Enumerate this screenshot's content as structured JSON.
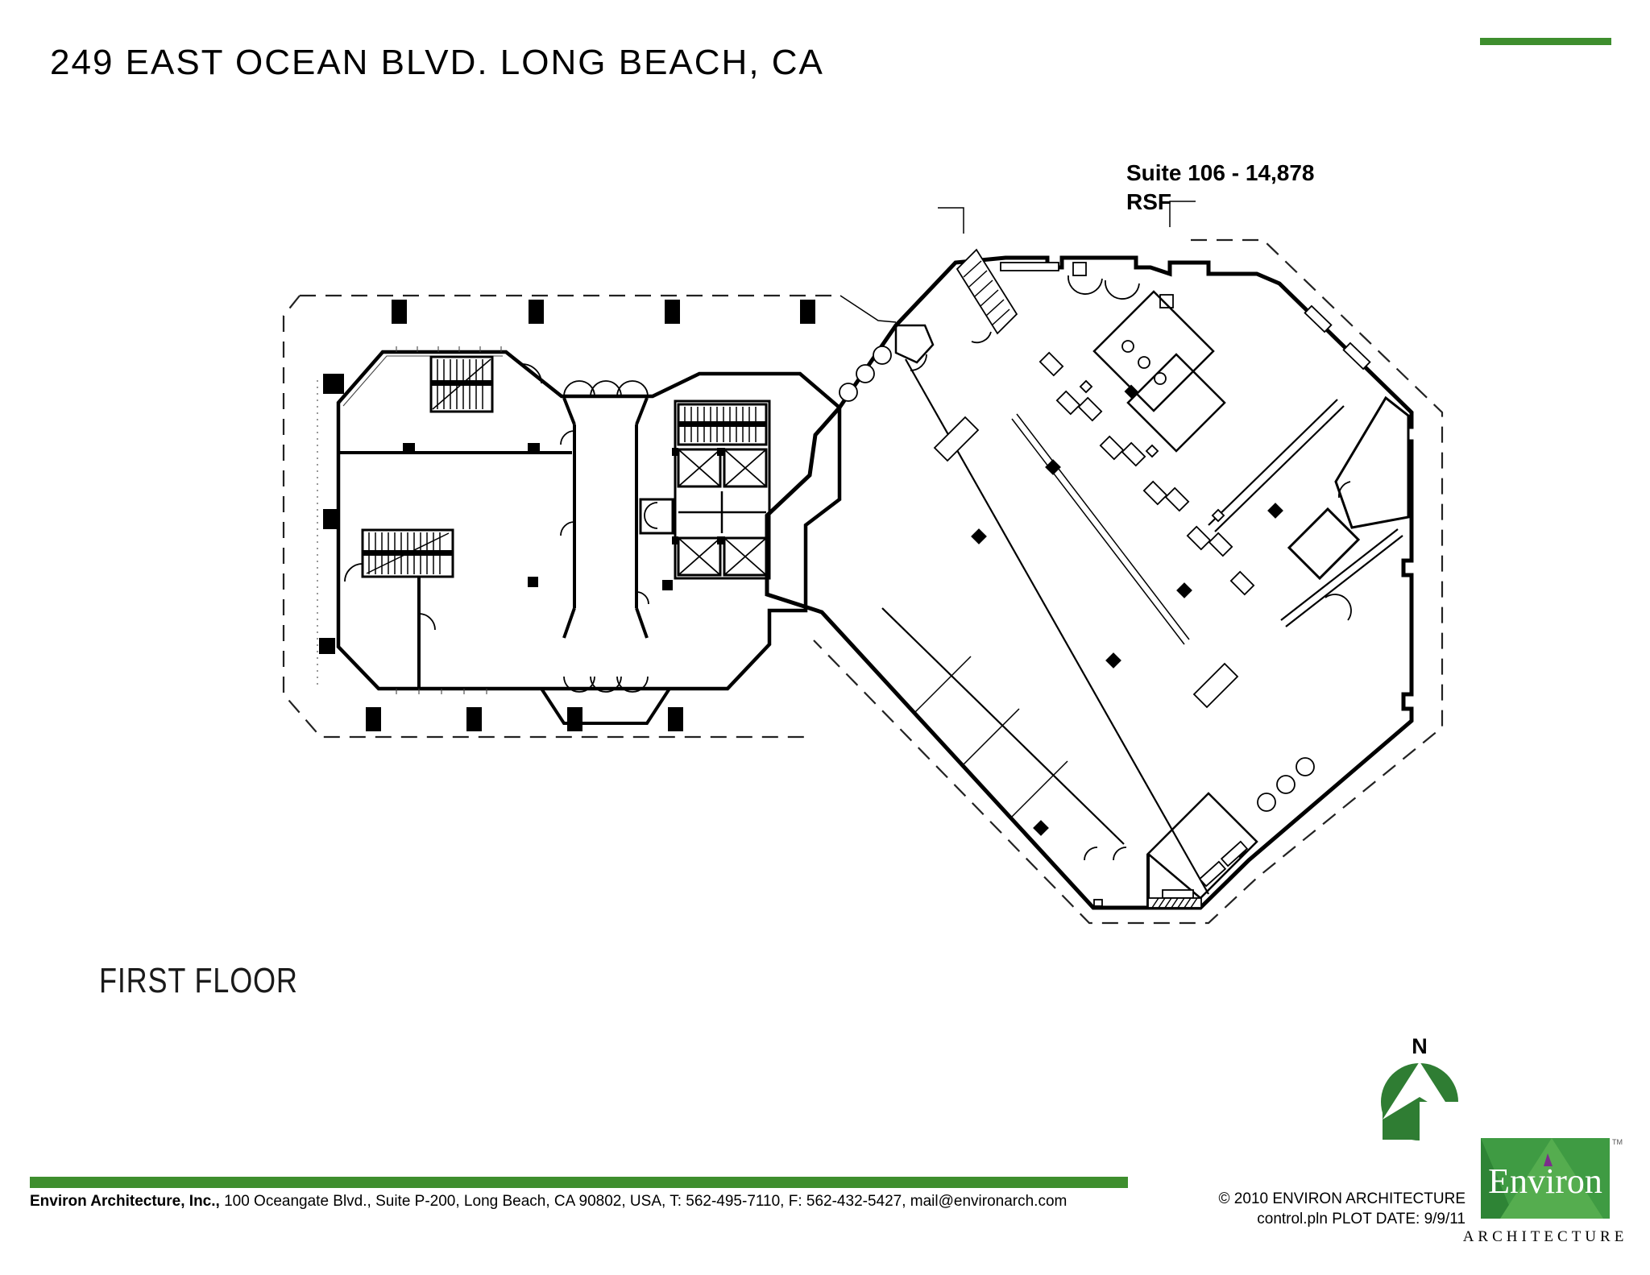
{
  "title": "249 EAST OCEAN BLVD. LONG BEACH, CA",
  "suite_label": {
    "line1": "Suite 106 - 14,878",
    "line2": "RSF"
  },
  "floor_label": "FIRST FLOOR",
  "north": {
    "label": "N",
    "color": "#2f7d33"
  },
  "plan": {
    "suite_name": "Suite 106",
    "suite_area_rsf": "14,878",
    "floor": "FIRST FLOOR",
    "highlight_color": "#a6d02f",
    "wall_color": "#000000"
  },
  "accent": {
    "top_bar_color": "#3e8e2e"
  },
  "footer": {
    "company": "Environ Architecture, Inc.,",
    "address": " 100 Oceangate Blvd., Suite P-200, Long Beach, CA 90802, USA, T: 562-495-7110, F: 562-432-5427, mail@environarch.com",
    "copyright": "© 2010 ENVIRON ARCHITECTURE",
    "plot_info": "control.pln  PLOT DATE: 9/9/11",
    "text_color": "#7f6b85",
    "bar_color": "#3e8e2e"
  },
  "logo": {
    "name": "Environ",
    "sub": "ARCHITECTURE",
    "tm": "TM",
    "green": "#3f9b43",
    "green_dark": "#2e8435",
    "green_light": "#55ad4f",
    "purple": "#7b2d8b"
  }
}
